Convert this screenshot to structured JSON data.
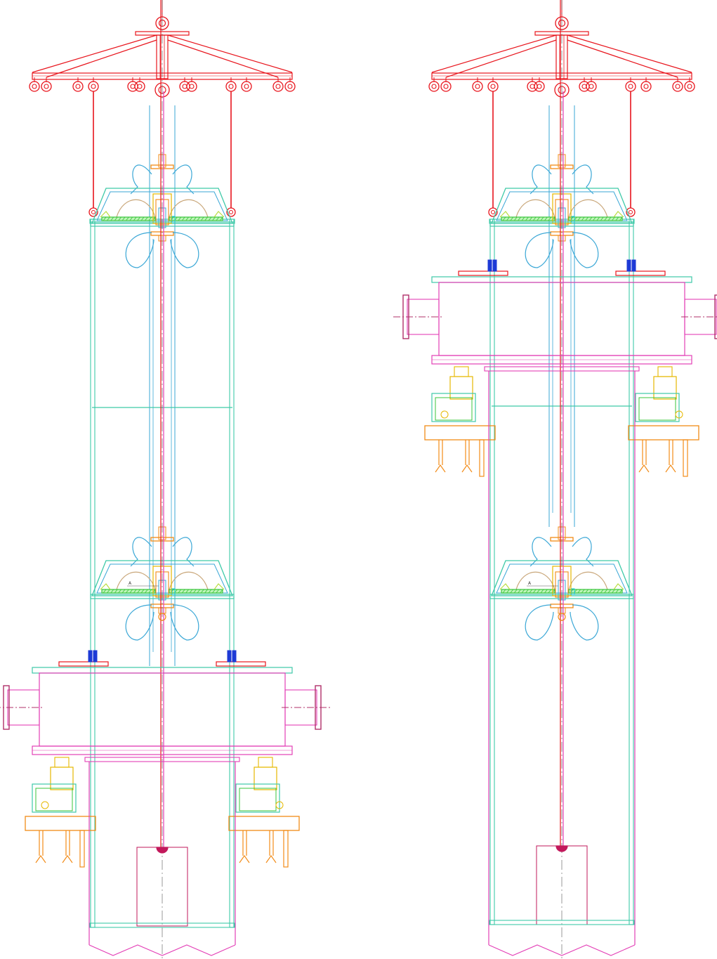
{
  "drawing": {
    "views": [
      {
        "id": "left-elevation",
        "leader_label": "A"
      },
      {
        "id": "right-elevation",
        "leader_label": "A"
      }
    ]
  },
  "colors": {
    "hoist": "#e8141c",
    "insulator": "#3aa7d6",
    "frame": "#3ec9a8",
    "pink": "#e33fb6",
    "orange": "#f28b17",
    "yellow": "#e6b800",
    "green": "#39c43b",
    "blue": "#1d3ad6",
    "tan": "#c9a77a",
    "flange": "#b0306a",
    "crimson": "#c2185b"
  }
}
